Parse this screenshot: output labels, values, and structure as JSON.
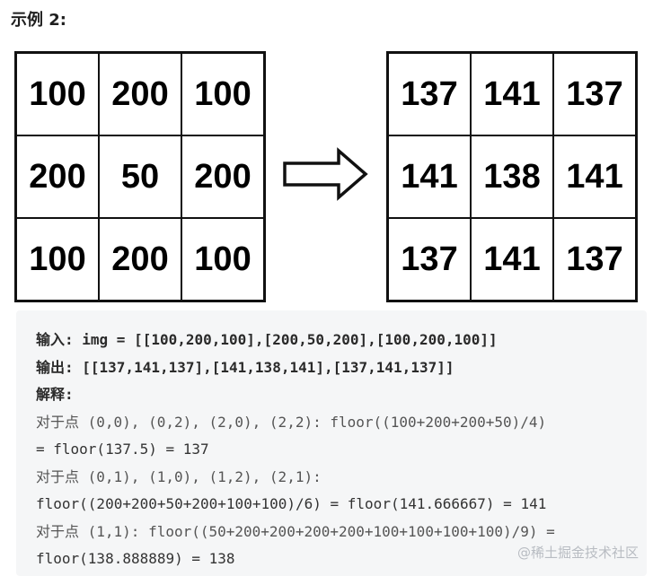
{
  "heading": "示例 2:",
  "input_grid": [
    [
      "100",
      "200",
      "100"
    ],
    [
      "200",
      "50",
      "200"
    ],
    [
      "100",
      "200",
      "100"
    ]
  ],
  "output_grid": [
    [
      "137",
      "141",
      "137"
    ],
    [
      "141",
      "138",
      "141"
    ],
    [
      "137",
      "141",
      "137"
    ]
  ],
  "arrow_icon": "right-arrow-icon",
  "code_lines": [
    {
      "text": "输入: img = [[100,200,100],[200,50,200],[100,200,100]]",
      "style": "bold"
    },
    {
      "text": "输出: [[137,141,137],[141,138,141],[137,141,137]]",
      "style": "bold"
    },
    {
      "text": "解释:",
      "style": "bold"
    },
    {
      "text": "对于点 (0,0), (0,2), (2,0), (2,2): floor((100+200+200+50)/4)",
      "style": "gray"
    },
    {
      "text": "= floor(137.5) = 137",
      "style": "plain"
    },
    {
      "text": "对于点 (0,1), (1,0), (1,2), (2,1):",
      "style": "gray"
    },
    {
      "text": "floor((200+200+50+200+100+100)/6) = floor(141.666667) = 141",
      "style": "plain"
    },
    {
      "text": "对于点 (1,1): floor((50+200+200+200+200+100+100+100+100)/9) =",
      "style": "gray"
    },
    {
      "text": "floor(138.888889) = 138",
      "style": "plain"
    }
  ],
  "watermark": "@稀土掘金技术社区",
  "colors": {
    "code_background": "#f5f6f7",
    "grid_border": "#111111",
    "watermark": "#b8bcc2"
  }
}
